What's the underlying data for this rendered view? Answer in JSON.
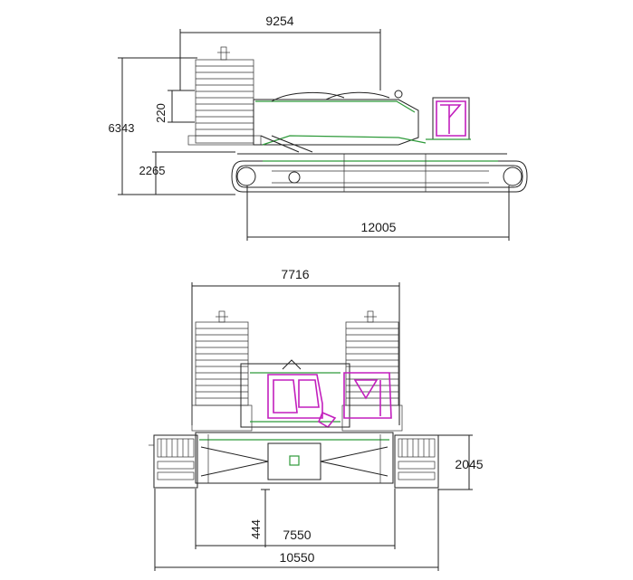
{
  "drawing": {
    "side_view": {
      "overall_length": "9254",
      "overall_height": "6343",
      "counterweight_gap": "220",
      "body_height": "2265",
      "track_length": "12005"
    },
    "rear_view": {
      "counterweight_width": "7716",
      "body_height": "2045",
      "ground_clearance": "444",
      "track_gauge": "7550",
      "overall_width": "10550"
    }
  },
  "colors": {
    "line": "#222222",
    "frame": "#2e9a3a",
    "cab": "#c21fbd"
  }
}
